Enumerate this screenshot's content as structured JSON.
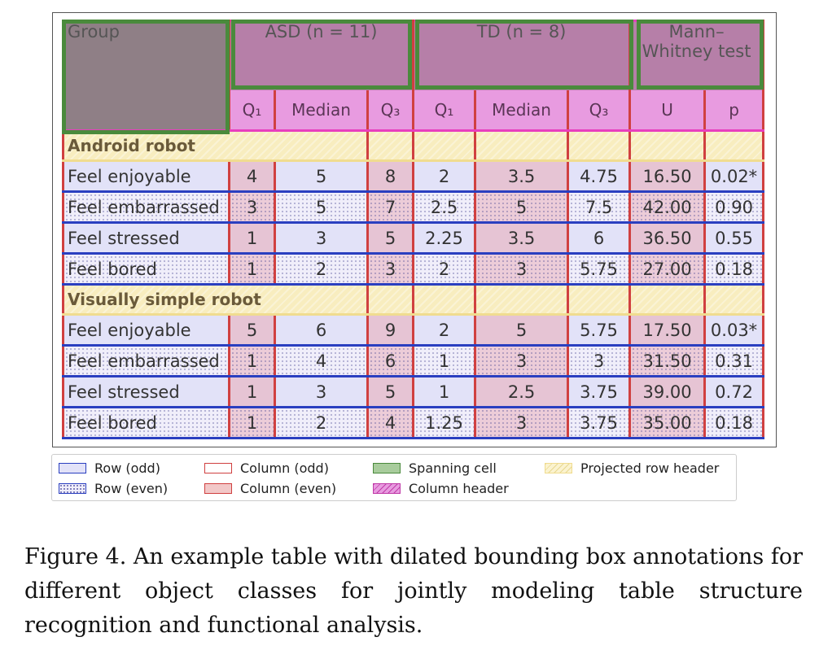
{
  "table": {
    "group_header": "Group",
    "asd_header": "ASD (n = 11)",
    "td_header": "TD (n = 8)",
    "mw_header_line1": "Mann–",
    "mw_header_line2": "Whitney test",
    "subheaders": [
      "Q₁",
      "Median",
      "Q₃",
      "Q₁",
      "Median",
      "Q₃",
      "U",
      "p"
    ],
    "sections": [
      {
        "name": "Android robot",
        "rows": [
          {
            "label": "Feel enjoyable",
            "cells": [
              "4",
              "5",
              "8",
              "2",
              "3.5",
              "4.75",
              "16.50",
              "0.02*"
            ]
          },
          {
            "label": "Feel embarrassed",
            "cells": [
              "3",
              "5",
              "7",
              "2.5",
              "5",
              "7.5",
              "42.00",
              "0.90"
            ]
          },
          {
            "label": "Feel stressed",
            "cells": [
              "1",
              "3",
              "5",
              "2.25",
              "3.5",
              "6",
              "36.50",
              "0.55"
            ]
          },
          {
            "label": "Feel bored",
            "cells": [
              "1",
              "2",
              "3",
              "2",
              "3",
              "5.75",
              "27.00",
              "0.18"
            ]
          }
        ]
      },
      {
        "name": "Visually simple robot",
        "rows": [
          {
            "label": "Feel enjoyable",
            "cells": [
              "5",
              "6",
              "9",
              "2",
              "5",
              "5.75",
              "17.50",
              "0.03*"
            ]
          },
          {
            "label": "Feel embarrassed",
            "cells": [
              "1",
              "4",
              "6",
              "1",
              "3",
              "3",
              "31.50",
              "0.31"
            ]
          },
          {
            "label": "Feel stressed",
            "cells": [
              "1",
              "3",
              "5",
              "1",
              "2.5",
              "3.75",
              "39.00",
              "0.72"
            ]
          },
          {
            "label": "Feel bored",
            "cells": [
              "1",
              "2",
              "4",
              "1.25",
              "3",
              "3.75",
              "35.00",
              "0.18"
            ]
          }
        ]
      }
    ]
  },
  "legend": {
    "row_odd": "Row (odd)",
    "row_even": "Row (even)",
    "column_odd": "Column (odd)",
    "column_even": "Column (even)",
    "spanning_cell": "Spanning cell",
    "column_header": "Column header",
    "projected_row_header": "Projected row header"
  },
  "caption": "Figure 4. An example table with dilated bounding box annotations for different object classes for jointly modeling table structure recognition and functional analysis.",
  "colors": {
    "row_border": "#2a3fc0",
    "column_border": "#d04040",
    "spanning_cell": "#4a8a3c",
    "column_header": "#e83fbe",
    "projected_row_header": "#f0dc90"
  }
}
